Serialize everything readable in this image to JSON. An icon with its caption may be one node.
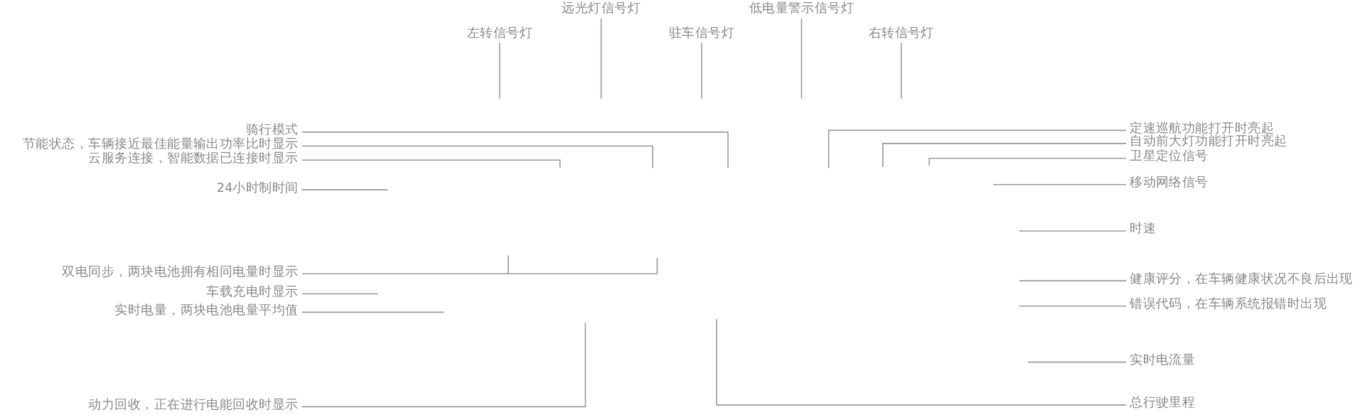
{
  "diagram": {
    "nodes": [
      {
        "text": [
          "远光灯信号灯"
        ]
      },
      {
        "text": [
          "低电量警示信号灯"
        ]
      },
      {
        "text": [
          "左转信号灯"
        ]
      },
      {
        "text": [
          "驻车信号灯"
        ]
      },
      {
        "text": [
          "右转信号灯"
        ]
      },
      {
        "text": [
          "骑行模式"
        ]
      },
      {
        "text": [
          "节能状态，车辆接近最佳能量输出功率比时显示"
        ]
      },
      {
        "text": [
          "云服务连接，智能数据已连接时显示"
        ]
      },
      {
        "text": [
          "24小时制时间"
        ]
      },
      {
        "text": [
          "双电同步，两块电池拥有相同电量时显示"
        ]
      },
      {
        "text": [
          "车载充电时显示"
        ]
      },
      {
        "text": [
          "实时电量，两块电池电量平均值"
        ]
      },
      {
        "text": [
          "动力回收，正在进行电能回收时显示"
        ]
      },
      {
        "text": [
          "定速巡航功能打开时亮起"
        ]
      },
      {
        "text": [
          "自动前大灯功能打开时亮起"
        ]
      },
      {
        "text": [
          "卫星定位信号"
        ]
      },
      {
        "text": [
          "移动网络信号"
        ]
      },
      {
        "text": [
          "时速"
        ]
      },
      {
        "text": [
          "健康评分，在车辆健康状况不良后出现"
        ]
      },
      {
        "text": [
          "错误代码，在车辆系统报错时出现"
        ]
      },
      {
        "text": [
          "实时电流量"
        ]
      },
      {
        "text": [
          "总行驶里程"
        ]
      }
    ],
    "edges": [
      {
        "from": 0,
        "to": null,
        "arrow": "none"
      },
      {
        "from": 1,
        "to": null,
        "arrow": "none"
      },
      {
        "from": 2,
        "to": null,
        "arrow": "none"
      },
      {
        "from": 3,
        "to": null,
        "arrow": "none"
      },
      {
        "from": 4,
        "to": null,
        "arrow": "none"
      },
      {
        "from": 5,
        "to": null,
        "arrow": "none"
      },
      {
        "from": 6,
        "to": null,
        "arrow": "none"
      },
      {
        "from": 7,
        "to": null,
        "arrow": "none"
      },
      {
        "from": 8,
        "to": null,
        "arrow": "none"
      },
      {
        "from": 9,
        "to": null,
        "arrow": "none"
      },
      {
        "from": 10,
        "to": null,
        "arrow": "none"
      },
      {
        "from": 11,
        "to": null,
        "arrow": "none"
      },
      {
        "from": 12,
        "to": null,
        "arrow": "none"
      },
      {
        "from": 13,
        "to": null,
        "arrow": "none"
      },
      {
        "from": 14,
        "to": null,
        "arrow": "none"
      },
      {
        "from": 15,
        "to": null,
        "arrow": "none"
      },
      {
        "from": 16,
        "to": null,
        "arrow": "none"
      },
      {
        "from": 17,
        "to": null,
        "arrow": "none"
      },
      {
        "from": 18,
        "to": null,
        "arrow": "none"
      },
      {
        "from": 19,
        "to": null,
        "arrow": "none"
      },
      {
        "from": 20,
        "to": null,
        "arrow": "none"
      },
      {
        "from": 21,
        "to": null,
        "arrow": "none"
      }
    ]
  }
}
